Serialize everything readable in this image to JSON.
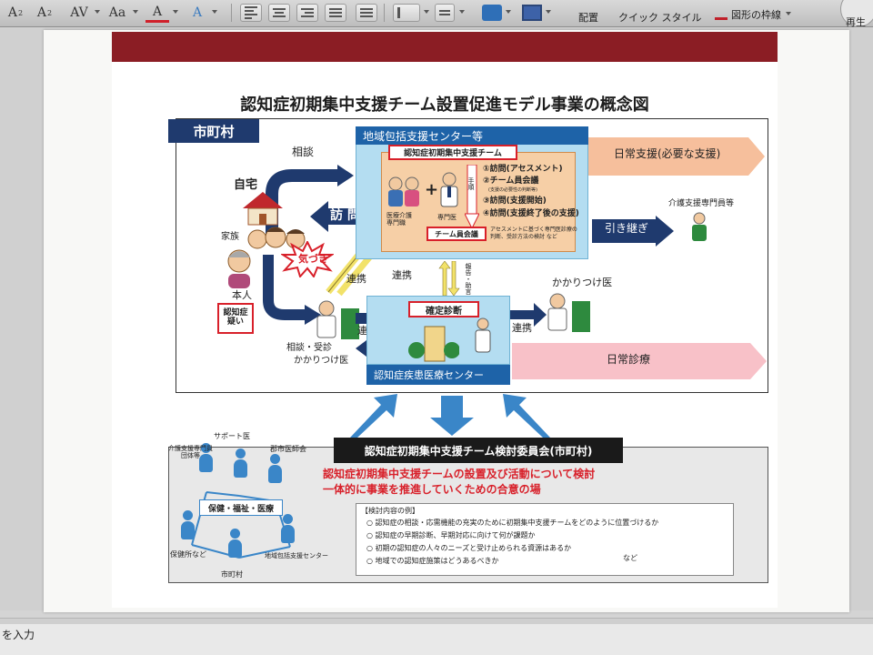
{
  "ribbon": {
    "superscript_label": "A",
    "superscript_sub": "2",
    "subscript_label": "A",
    "subscript_sub": "2",
    "char_spacing_label": "AV",
    "change_case_label": "Aa",
    "font_color_label": "A",
    "text_effect_label": "A",
    "arrange_label": "配置",
    "quick_style_label": "クイック スタイル",
    "shape_outline_label": "図形の枠線",
    "replay_label": "再生"
  },
  "slide": {
    "title": "認知症初期集中支援チーム設置促進モデル事業の概念図",
    "municipality": {
      "tag": "市町村",
      "consult": "相談",
      "home": "自宅",
      "family": "家族",
      "notice": "気づき",
      "patient": "本人",
      "suspect": "認知症\n疑い",
      "visit": "訪 問",
      "consult_visit": "相談・受診",
      "family_doctor_left": "かかりつけ医",
      "renkei_left": "連携",
      "renkei_lower_left": "連携",
      "renkei_mid": "連携",
      "report_vertical": "報告・助言",
      "renkei_right": "連携",
      "family_doctor_right": "かかりつけ医"
    },
    "center": {
      "header": "地域包括支援センター等",
      "team_title": "認知症初期集中支援チーム",
      "nurse_label": "医療介護\n専門職",
      "plus": "+",
      "doctor_label": "専門医",
      "procedure": "手順",
      "steps": [
        "①訪問(アセスメント)",
        "②チーム員会議",
        "(支援の必要性の判断等)",
        "③訪問(支援開始)",
        "④訪問(支援終了後の支援)"
      ],
      "meeting": "チーム員会議",
      "note": "アセスメントに基づく専門医診療の\n判断、受診方法の検討 など"
    },
    "right": {
      "daily_support": "日常支援(必要な支援)",
      "care_manager": "介護支援専門員等",
      "handover": "引き継ぎ",
      "daily_care": "日常診療"
    },
    "medical_center": {
      "label": "認知症疾患医療センター",
      "diagnosis": "確定診断"
    },
    "committee": {
      "title": "認知症初期集中支援チーム検討委員会(市町村)",
      "purpose_line1": "認知症初期集中支援チームの設置及び活動について検討",
      "purpose_line2": "一体的に事業を推進していくための合意の場",
      "members": {
        "support_doctor": "サポート医",
        "care_manager": "介護支援専門員\n団体等",
        "medical_assoc": "郡市医師会",
        "hub": "保健・福祉・医療",
        "health_center": "保健所など",
        "city": "市町村",
        "regional_center": "地域包括支援センター"
      },
      "review_header": "【検討内容の例】",
      "review_items": [
        "○  認知症の相談・応需機能の充実のために初期集中支援チームをどのように位置づけるか",
        "○  認知症の早期診断、早期対応に向けて何が課題か",
        "○  初期の認知症の人々のニーズと受け止められる資源はあるか",
        "○  地域での認知症施策はどうあるべきか"
      ],
      "review_etc": "など"
    }
  },
  "statusbar": {
    "hint": "を入力"
  }
}
